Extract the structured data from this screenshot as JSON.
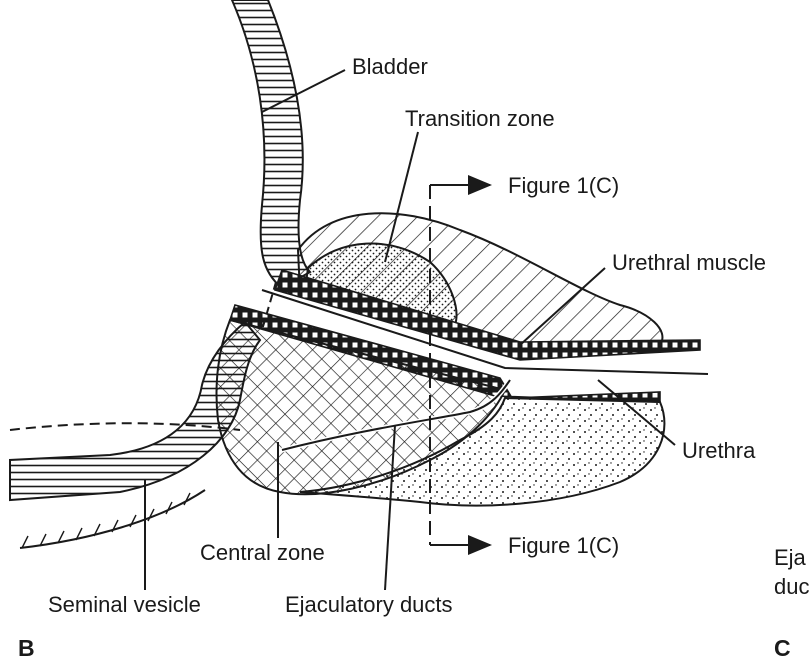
{
  "labels": {
    "bladder": "Bladder",
    "transition_zone": "Transition zone",
    "figure_ref_top": "Figure 1(C)",
    "urethral_muscle": "Urethral muscle",
    "urethra": "Urethra",
    "figure_ref_bottom": "Figure 1(C)",
    "central_zone": "Central zone",
    "seminal_vesicle": "Seminal vesicle",
    "ejaculatory_ducts": "Ejaculatory ducts",
    "cut_off_line1": "Eja",
    "cut_off_line2": "duc"
  },
  "panels": {
    "left": "B",
    "right": "C"
  }
}
